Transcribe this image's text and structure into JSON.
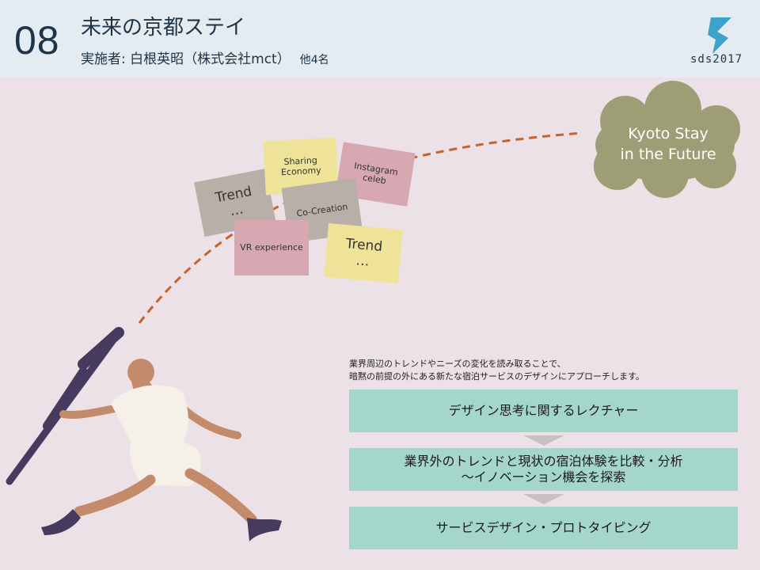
{
  "header": {
    "number": "08",
    "title": "未来の京都ステイ",
    "presenter": "実施者: 白根英昭（株式会社mct）",
    "others": "他4名",
    "logo_text": "sds2017"
  },
  "notes": [
    {
      "id": "trend-1",
      "text": "Trend\n…"
    },
    {
      "id": "sharing",
      "text": "Sharing\nEconomy"
    },
    {
      "id": "instagram",
      "text": "Instagram\nceleb"
    },
    {
      "id": "cocreation",
      "text": "Co-Creation"
    },
    {
      "id": "vr",
      "text": "VR experience"
    },
    {
      "id": "trend-2",
      "text": "Trend\n…"
    }
  ],
  "cloud": {
    "text": "Kyoto Stay\nin the Future"
  },
  "description": {
    "line1": "業界周辺のトレンドやニーズの変化を読み取ることで、",
    "line2": "暗黙の前提の外にある新たな宿泊サービスのデザインにアプローチします。"
  },
  "steps": [
    {
      "label": "デザイン思考に関するレクチャー"
    },
    {
      "label": "業界外のトレンドと現状の宿泊体験を比較・分析\n～イノベーション機会を探索"
    },
    {
      "label": "サービスデザイン・プロトタイピング"
    }
  ],
  "colors": {
    "header_bg": "#e4ecf2",
    "page_bg": "#ede1e8",
    "step_bg": "#a5d6cc",
    "cloud": "#9e9e76",
    "dash": "#c8622a"
  }
}
